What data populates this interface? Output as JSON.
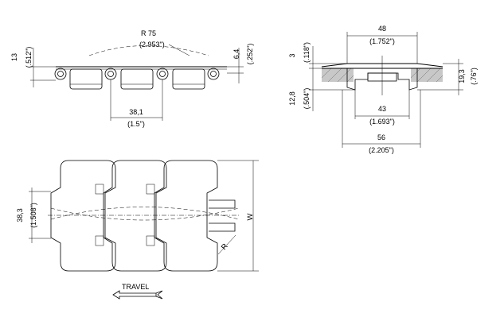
{
  "side_view": {
    "height_mm": "13",
    "height_in": "(.512\")",
    "radius_label": "R 75",
    "radius_in": "(2.953\")",
    "thickness_mm": "6,4",
    "thickness_in": "(.252\")",
    "pitch_mm": "38,1",
    "pitch_in": "(1.5\")"
  },
  "section_view": {
    "top_width_mm": "48",
    "top_width_in": "(1.752\")",
    "plate_thk_mm": "3",
    "plate_thk_in": "(.118\")",
    "hinge_depth_mm": "12,8",
    "hinge_depth_in": "(.504\")",
    "total_height_mm": "19,3",
    "total_height_in": "(.76\")",
    "inner_width_mm": "43",
    "inner_width_in": "(1.693\")",
    "overall_width_mm": "56",
    "overall_width_in": "(2.205\")"
  },
  "plan_view": {
    "width_mm": "38,3",
    "width_in": "(1.508\")",
    "w_label": "W",
    "r_label": "R",
    "travel_label": "TRAVEL"
  }
}
